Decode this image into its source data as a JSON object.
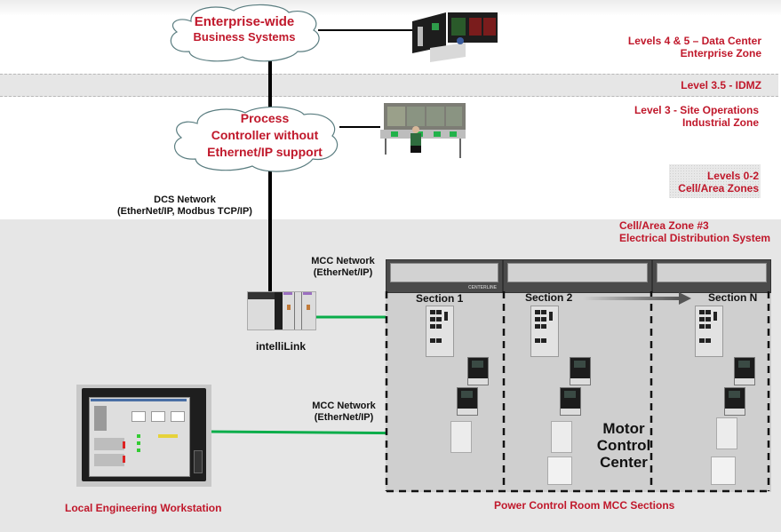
{
  "zones": {
    "enterprise": {
      "line1": "Levels 4 & 5 – Data Center",
      "line2": "Enterprise Zone"
    },
    "idmz": {
      "label": "Level 3.5 - IDMZ"
    },
    "industrial": {
      "line1": "Level 3 - Site Operations",
      "line2": "Industrial Zone"
    },
    "cell_area": {
      "line1": "Levels 0-2",
      "line2": "Cell/Area Zones"
    },
    "cell_zone3": {
      "line1": "Cell/Area Zone #3",
      "line2": "Electrical Distribution System"
    }
  },
  "clouds": {
    "enterprise": {
      "line1": "Enterprise-wide",
      "line2": "Business Systems",
      "icon": "data-center-icon"
    },
    "process": {
      "line1": "Process",
      "line2": "Controller without",
      "line3": "Ethernet/IP support",
      "icon": "control-room-icon"
    }
  },
  "networks": {
    "dcs": {
      "line1": "DCS Network",
      "line2": "(EtherNet/IP, Modbus TCP/IP)"
    },
    "mcc_top": {
      "line1": "MCC Network",
      "line2": "(EtherNet/IP)"
    },
    "mcc_bottom": {
      "line1": "MCC Network",
      "line2": "(EtherNet/IP)"
    }
  },
  "devices": {
    "intellilink": {
      "label": "intelliLink",
      "icon": "plc-rack-icon"
    },
    "workstation": {
      "label": "Local Engineering Workstation",
      "icon": "hmi-panel-icon"
    }
  },
  "mcc": {
    "sections": [
      {
        "label": "Section 1"
      },
      {
        "label": "Section 2"
      },
      {
        "label": "Section N"
      }
    ],
    "center_label": {
      "line1": "Motor",
      "line2": "Control",
      "line3": "Center"
    },
    "cabinet_brand": "CENTERLINE",
    "caption": "Power Control Room MCC Sections"
  },
  "colors": {
    "accent_red": "#c0182b",
    "network_green": "#0aad4a",
    "dcs_black": "#000000",
    "zone_gray": "#e6e6e6"
  }
}
